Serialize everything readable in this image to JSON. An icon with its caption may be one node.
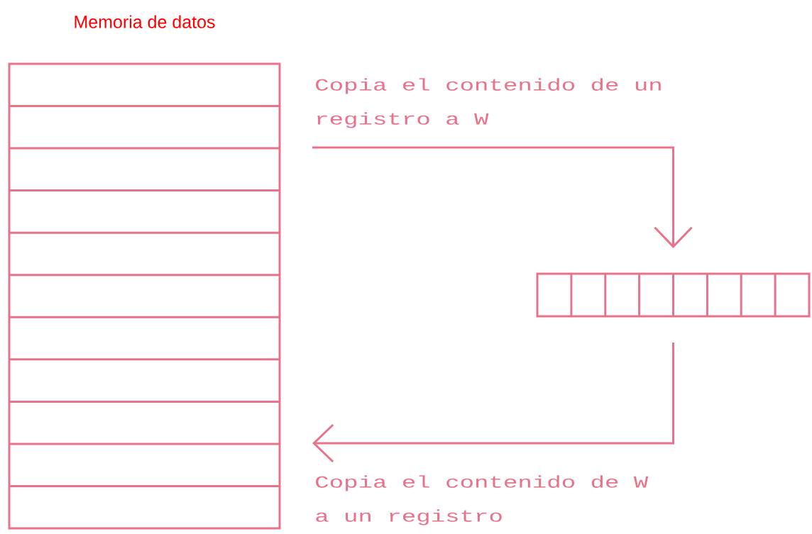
{
  "diagram": {
    "nodes": [
      {
        "text": [
          "Memoria de datos"
        ]
      },
      {
        "text": [],
        "shape": "box"
      }
    ],
    "edges": [
      {
        "from": 0,
        "to": 1,
        "arrow": "to",
        "label": "Copia el contenido de un registro a W"
      },
      {
        "from": 1,
        "to": 0,
        "arrow": "to",
        "label": "Copia el contenido de W a un registro"
      }
    ]
  }
}
